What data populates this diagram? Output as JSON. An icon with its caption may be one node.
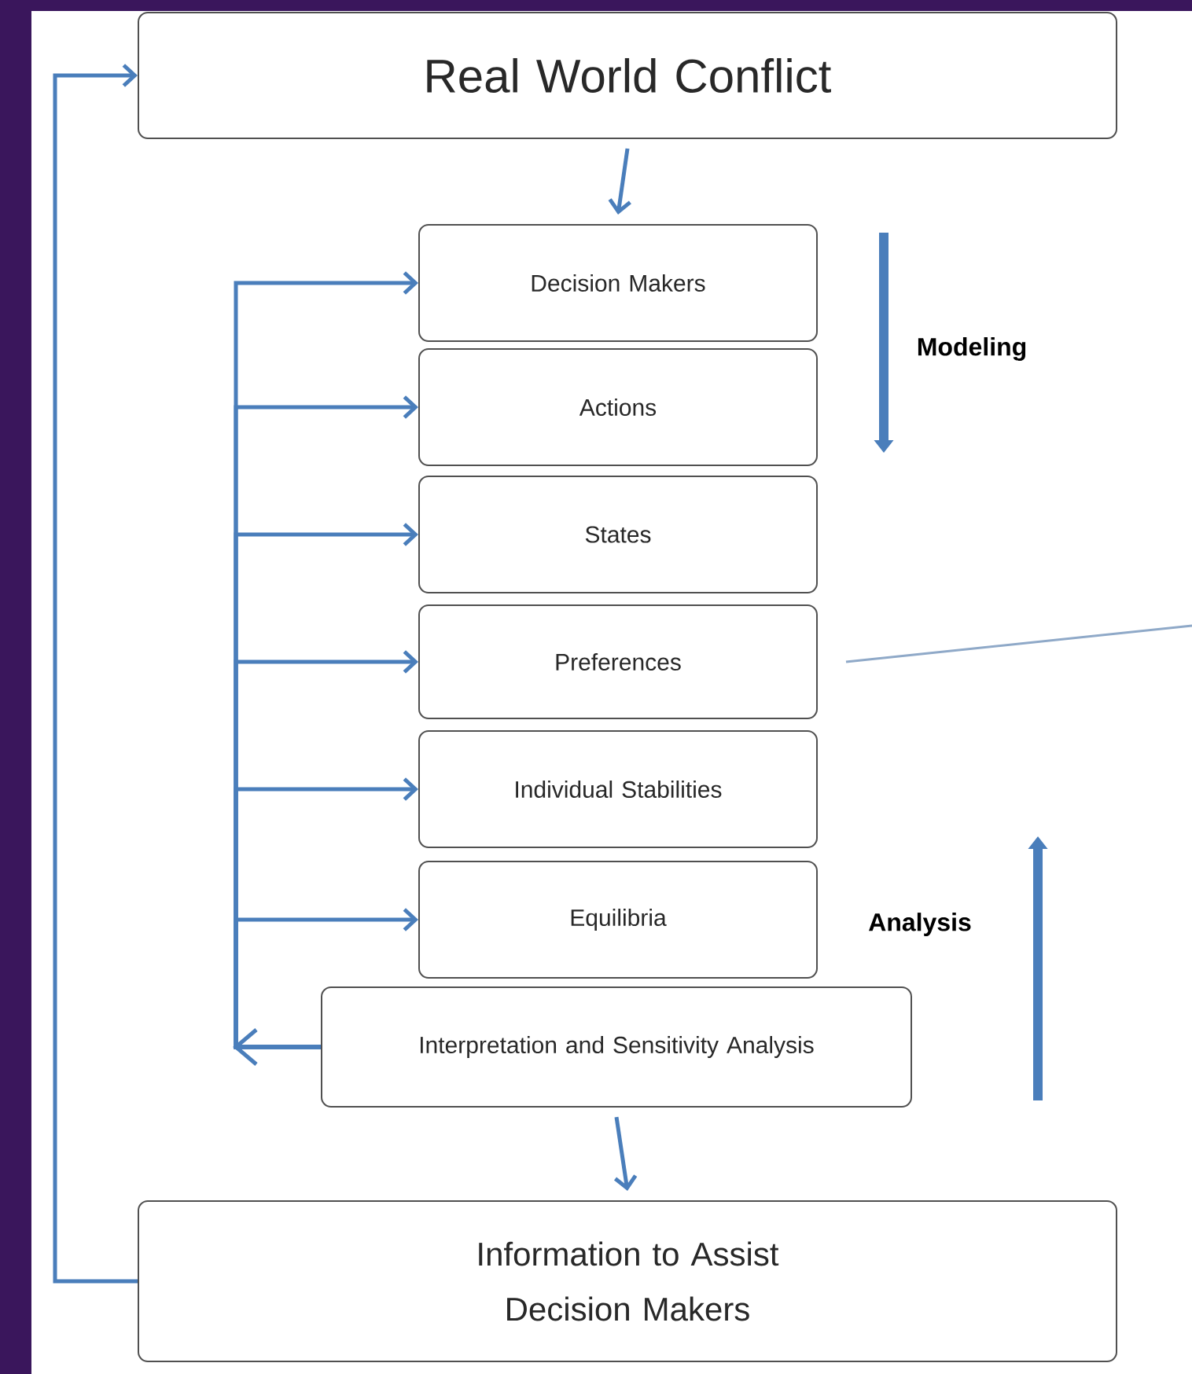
{
  "diagram": {
    "nodes": [
      {
        "text": [
          "Real World Conflict"
        ]
      },
      {
        "text": [
          "Decision Makers"
        ]
      },
      {
        "text": [
          "Actions"
        ]
      },
      {
        "text": [
          "States"
        ]
      },
      {
        "text": [
          "Preferences"
        ]
      },
      {
        "text": [
          "Individual Stabilities"
        ]
      },
      {
        "text": [
          "Equilibria"
        ]
      },
      {
        "text": [
          "Interpretation and Sensitivity Analysis"
        ]
      },
      {
        "text": [
          "Information to Assist",
          "Decision Makers"
        ]
      }
    ],
    "edges": [
      {
        "from": 0,
        "to": 1,
        "arrow": "to"
      },
      {
        "from": 7,
        "to": 1,
        "arrow": "to"
      },
      {
        "from": 7,
        "to": 2,
        "arrow": "to"
      },
      {
        "from": 7,
        "to": 3,
        "arrow": "to"
      },
      {
        "from": 7,
        "to": 4,
        "arrow": "to"
      },
      {
        "from": 7,
        "to": 5,
        "arrow": "to"
      },
      {
        "from": 7,
        "to": 6,
        "arrow": "to"
      },
      {
        "from": 7,
        "to": 8,
        "arrow": "to"
      },
      {
        "from": 8,
        "to": 0,
        "arrow": "to"
      },
      {
        "from": 4,
        "to": null,
        "arrow": "none",
        "color": "#8fa9c8"
      }
    ],
    "labels": [
      "Modeling",
      "Analysis"
    ]
  }
}
